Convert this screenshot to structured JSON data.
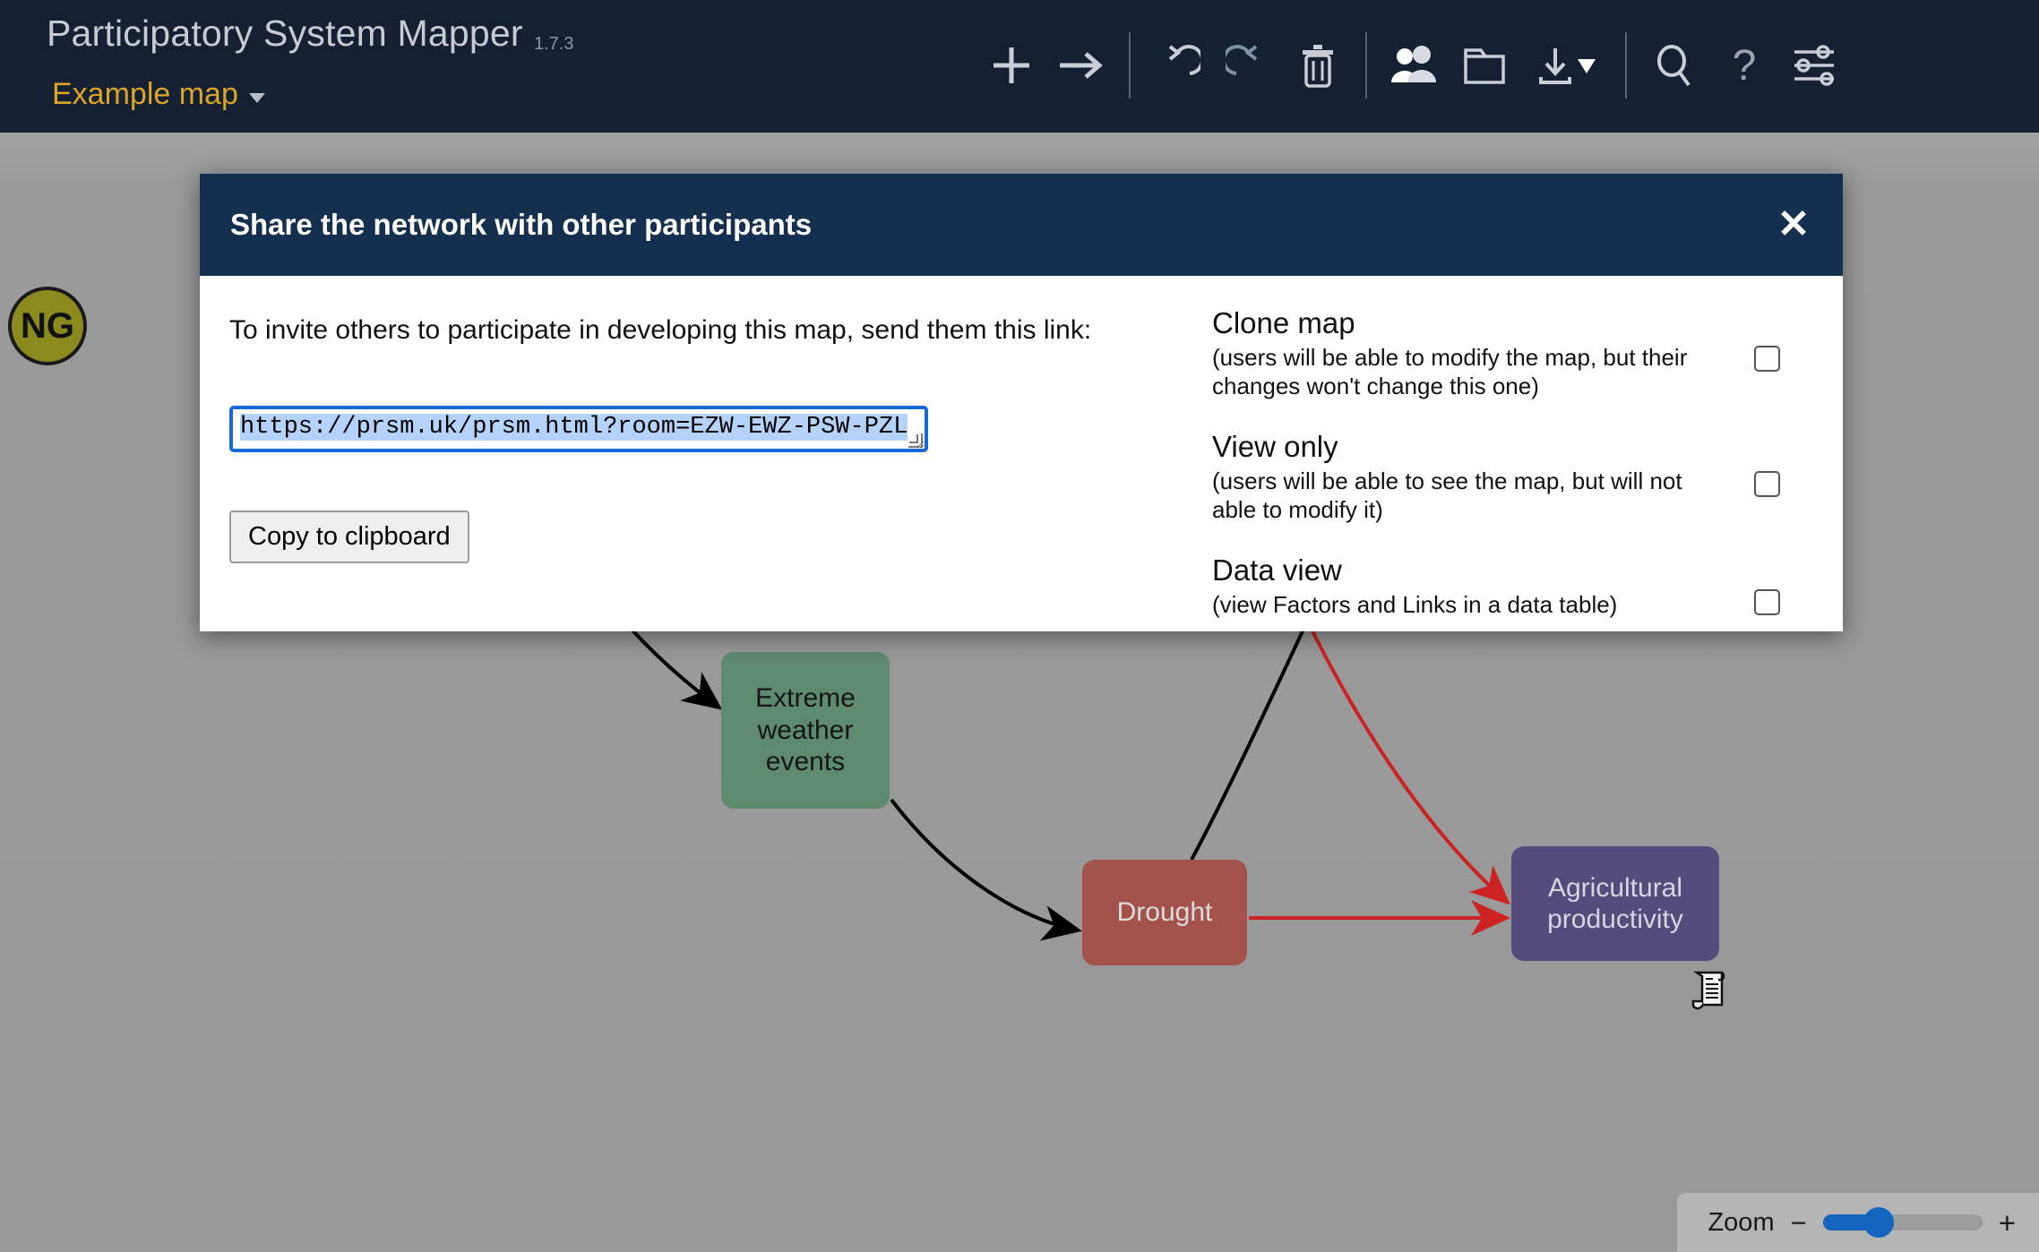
{
  "app": {
    "title": "Participatory System Mapper",
    "version": "1.7.3",
    "map_name": "Example map",
    "avatar_initials": "NG"
  },
  "toolbar": {
    "items": [
      {
        "name": "add-factor-icon",
        "tooltip": "Add Factor"
      },
      {
        "name": "add-link-icon",
        "tooltip": "Add Link"
      },
      {
        "name": "undo-icon",
        "tooltip": "Undo"
      },
      {
        "name": "redo-icon",
        "tooltip": "Redo"
      },
      {
        "name": "trash-icon",
        "tooltip": "Delete"
      },
      {
        "name": "share-people-icon",
        "tooltip": "Share"
      },
      {
        "name": "open-folder-icon",
        "tooltip": "Open file"
      },
      {
        "name": "download-icon",
        "tooltip": "Save / Download"
      },
      {
        "name": "search-icon",
        "tooltip": "Search"
      },
      {
        "name": "help-icon",
        "tooltip": "Help"
      },
      {
        "name": "settings-sliders-icon",
        "tooltip": "Settings"
      }
    ]
  },
  "dialog": {
    "title": "Share the network with other participants",
    "close_label": "✕",
    "invite_text": "To invite others to participate in developing this map, send them this link:",
    "link_value": "https://prsm.uk/prsm.html?room=EZW-EWZ-PSW-PZL",
    "copy_button": "Copy to clipboard",
    "options": [
      {
        "title": "Clone map",
        "desc": "(users will be able to modify the map, but their changes won't change this one)",
        "checked": false
      },
      {
        "title": "View only",
        "desc": "(users will be able to see the map, but will not able to modify it)",
        "checked": false
      },
      {
        "title": "Data view",
        "desc": "(view Factors and Links in a data table)",
        "checked": false
      }
    ]
  },
  "map": {
    "nodes": [
      {
        "label": "Extreme weather events",
        "color": "#5e8a70",
        "text_color": "#151515"
      },
      {
        "label": "Drought",
        "color": "#a3534c",
        "text_color": "#dcdcdc"
      },
      {
        "label": "Agricultural productivity",
        "color": "#564b7d",
        "text_color": "#d8d5e2",
        "has_note": true
      }
    ],
    "note_icon": "scroll-note-icon"
  },
  "zoom_control": {
    "label": "Zoom",
    "minus": "−",
    "plus": "+",
    "value_percent": 33
  },
  "chat": {
    "icon": "chat-bubble-icon"
  },
  "colors": {
    "topbar": "#152033",
    "dialog_header": "#15304e",
    "canvas": "#999999",
    "accent_yellow": "#d9a428",
    "accent_blue": "#1565c0"
  }
}
